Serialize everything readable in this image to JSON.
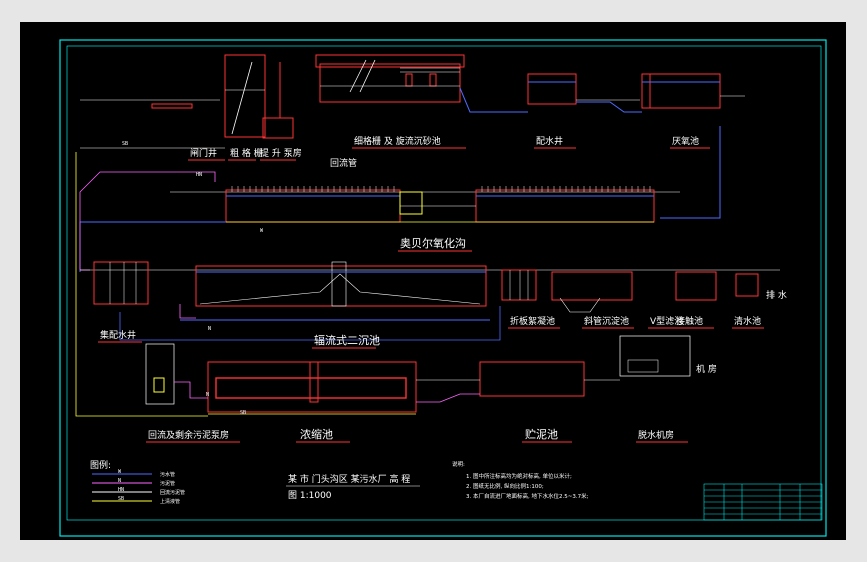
{
  "title": {
    "line1": "某 市 门头沟区 某污水厂 高 程",
    "line2": "图 1:1000"
  },
  "units": {
    "gate_well": "闸门井",
    "coarse_screen": "粗 格 栅",
    "lift_pump": "提 升 泵房",
    "fine_screen_grit": "细格栅 及 旋流沉砂池",
    "distribution_well": "配水井",
    "anaerobic_tank": "厌氧池",
    "oxidation_ditch": "奥贝尔氧化沟",
    "sludge_return_well": "集配水井",
    "radial_clarifier": "辐流式二沉池",
    "flocculation_tank": "折板絮凝池",
    "lamella_settler": "斜管沉淀池",
    "v_filter": "V型滤池",
    "contact_tank": "接触池",
    "clear_well": "清水池",
    "return_pump": "回流及剩余污泥泵房",
    "thickener": "浓缩池",
    "sludge_storage": "贮泥池",
    "dewatering": "脱水机房",
    "discharge": "排 水",
    "dewatering_room_tag": "机 房",
    "reflux_line": "回流管"
  },
  "legend": {
    "title": "图例:",
    "items": [
      {
        "code": "W",
        "name": "污水管",
        "color": "#4d6bff"
      },
      {
        "code": "N",
        "name": "污泥管",
        "color": "#ff66ff"
      },
      {
        "code": "HN",
        "name": "回流污泥管",
        "color": "#ffffff"
      },
      {
        "code": "SB",
        "name": "上清液管",
        "color": "#ffff33"
      }
    ]
  },
  "pipe_codes": [
    "SB",
    "HN",
    "W",
    "N",
    "SB",
    "N"
  ],
  "notes": {
    "header": "说明:",
    "lines": [
      "1. 图中所注标高均为绝对标高, 单位以米计;",
      "2. 图纸无比例, 纵向比例1:100;",
      "3. 本厂自流进厂地面标高, 地下水水位2.5~3.7米;"
    ]
  },
  "colors": {
    "frame": "#00e5e5",
    "structure": "#ff3333",
    "water": "#4d6bff",
    "sludge": "#ff66ff",
    "label_underline": "#ff3333",
    "text": "#ffffff"
  }
}
